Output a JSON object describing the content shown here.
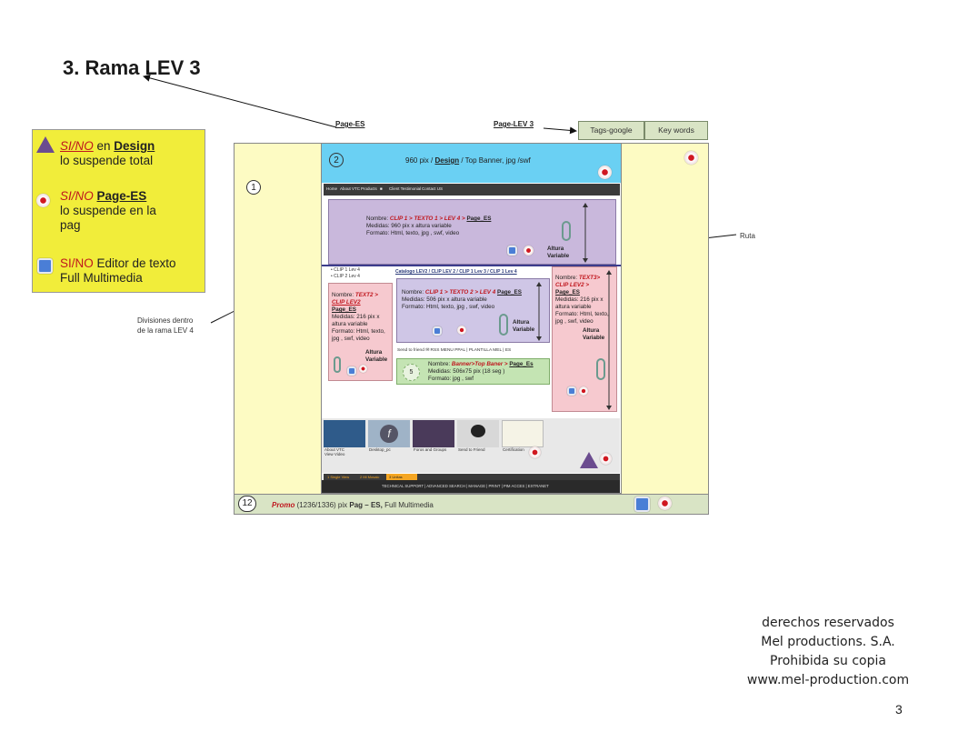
{
  "slide": {
    "title": "3. Rama LEV 3",
    "page_number": "3",
    "links": {
      "page_es": "Page-ES",
      "page_lev3": "Page-LEV 3"
    },
    "tags_google": "Tags-google",
    "key_words": "Key words"
  },
  "legend": {
    "item1": {
      "sino": "SI/NO",
      "en": " en ",
      "design": "Design",
      "rest": "lo suspende total"
    },
    "item2": {
      "sino": "SI/NO",
      "page": "Page-ES",
      "rest1": "lo suspende en la",
      "rest2": "pag"
    },
    "item3": {
      "sino": "SI/NO",
      "rest1": " Editor de texto",
      "rest2": "Full Multimedia"
    }
  },
  "annotations": {
    "divisiones1": "Divisiones dentro",
    "divisiones2": "de la rama  LEV 4",
    "ruta": "Ruta"
  },
  "mockup": {
    "num1": "1",
    "num2": "2",
    "num12": "12",
    "banner_pre": "960 pix / ",
    "banner_design": "Design",
    "banner_post": " / Top Banner, jpg /swf",
    "nav_items": [
      "Home",
      "About VTC",
      "Products",
      "■",
      "Client Testimonial",
      "Contact US"
    ],
    "purple": {
      "nombre_label": "Nombre: ",
      "nombre_value": "CLIP 1 > TEXTO 1 > LEV 4 > ",
      "nombre_page": "Page_ES",
      "medidas": "Medidas: 960 pix x altura variable",
      "formato": "Formato: Html, texto, jpg , swf, video",
      "altura1": "Altura",
      "altura2": "Variable"
    },
    "clip_list": [
      "• CLIP 1 Lev 4",
      "• CLIP 2 Lev 4"
    ],
    "breadcrumb": "Catalogo LEV2 / CLIP LEV 2 / CLIP 1 Lev 3 / CLIP 1 Lev 4",
    "left_box": {
      "nombre": "Nombre: ",
      "value1": "TEXT2 >",
      "value2": "CLIP LEV2",
      "value3": "Page_ES",
      "m1": "Medidas: 216 pix x",
      "m2": "altura variable",
      "f1": "Formato: Html, texto,",
      "f2": "jpg , swf, video",
      "altura1": "Altura",
      "altura2": "Variable"
    },
    "center_box": {
      "nombre": "Nombre: ",
      "value": "CLIP 1 > TEXTO 2 > LEV 4 ",
      "page": "Page_ES",
      "m": "Medidas: 506 pix x altura variable",
      "f": "Formato: Html, texto, jpg , swf, video",
      "altura1": "Altura",
      "altura2": "Variable"
    },
    "right_box": {
      "nombre": "Nombre: ",
      "value1": "TEXT3>",
      "value2": "CLIP LEV2 >",
      "value3": "Page_ES",
      "m1": "Medidas: 216 pix x",
      "m2": "altura variable",
      "f1": "Formato: Html, texto,",
      "f2": "jpg , swf, video",
      "altura1": "Altura",
      "altura2": "Variable"
    },
    "share_row": "Send to friend ✉   RSS   MENU PPAL  |  PLANTILLA MEL  |  ES",
    "green_box": {
      "nombre": "Nombre: ",
      "value": "Banner>Top Baner > ",
      "page": "Page_Es",
      "m": "Medidas: 506x75 pix  (18 seg )",
      "f": "Formato: jpg , swf",
      "badge": "5"
    },
    "thumbs": [
      "About VTC\nView Video",
      "Desktop_pc",
      "Foros and Groups",
      "Send to Friend",
      "Certification"
    ],
    "bottom_bar": "TECHNICAL SUPPORT | ADVANCED SEARCH | MANAGE | PRINT | PIM ACCES | EXTRANET",
    "tabs_bar": [
      "1 Single View",
      "2 Mi Mosaic",
      "3 Unitas"
    ],
    "footer_promo": "Promo",
    "footer_rest": " (1236/1336) pix ",
    "footer_pag": "Pag – ES,",
    "footer_end": " Full Multimedia"
  },
  "copyright": {
    "line1": "derechos reservados",
    "line2": "Mel productions. S.A.",
    "line3": "Prohibida su copia",
    "line4": "www.mel-production.com"
  },
  "colors": {
    "legend_bg": "#f1ed3a",
    "outer_bg": "#fdfbc3",
    "banner": "#6ad0f3",
    "red_text": "#c0171e"
  }
}
